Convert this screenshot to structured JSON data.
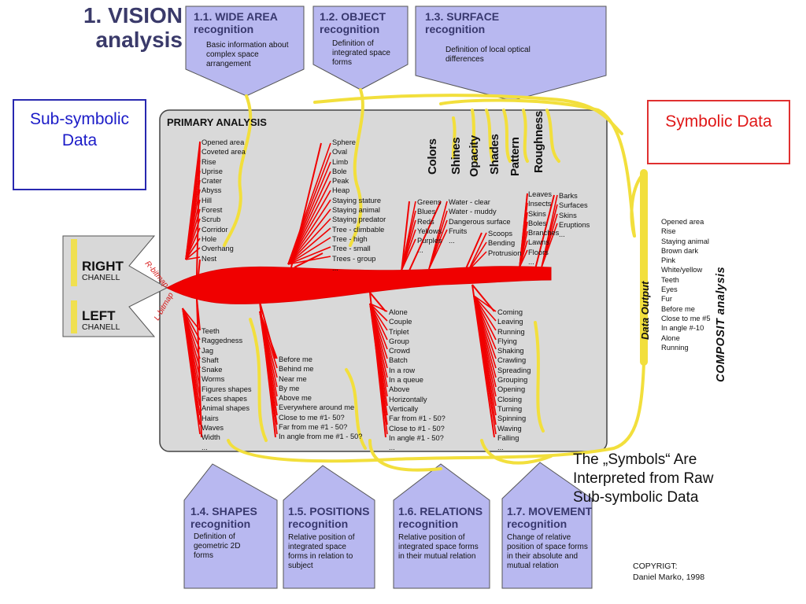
{
  "title": {
    "line1": "1. VISION",
    "line2": "analysis"
  },
  "top_boxes": [
    {
      "title": "1.1. WIDE AREA recognition",
      "desc": "Basic information about complex space arrangement"
    },
    {
      "title": "1.2. OBJECT recognition",
      "desc": "Definition of integrated space forms"
    },
    {
      "title": "1.3. SURFACE recognition",
      "desc": "Definition of local optical differences"
    }
  ],
  "bottom_boxes": [
    {
      "title": "1.4. SHAPES recognition",
      "desc": "Definition of geometric 2D forms"
    },
    {
      "title": "1.5. POSITIONS recognition",
      "desc": "Relative position of integrated space forms in relation to subject"
    },
    {
      "title": "1.6. RELATIONS recognition",
      "desc": "Relative position of integrated space forms in their mutual relation"
    },
    {
      "title": "1.7. MOVEMENT recognition",
      "desc": "Change of relative position of space forms in their absolute and mutual relation"
    }
  ],
  "sub_symbolic": "Sub-symbolic Data",
  "symbolic": "Symbolic Data",
  "primary_label": "PRIMARY ANALYSIS",
  "channels": {
    "right_big": "RIGHT",
    "right_small": "CHANELL",
    "left_big": "LEFT",
    "left_small": "CHANELL",
    "r_bitmap": "R-bitmap",
    "l_bitmap": "L-bitmap"
  },
  "surface_columns": [
    "Colors",
    "Shines",
    "Opacity",
    "Shades",
    "Pattern",
    "Roughness"
  ],
  "lists": {
    "wide_area": [
      "Opened area",
      "Coveted area",
      "Rise",
      "Uprise",
      "Crater",
      "Abyss",
      "Hill",
      "Forest",
      "Scrub",
      "Corridor",
      "Hole",
      "Overhang",
      "Nest"
    ],
    "objects": [
      "Sphere",
      "Oval",
      "Limb",
      "Bole",
      "Peak",
      "Heap",
      "Staying stature",
      "Staying animal",
      "Staying predator",
      "Tree - climbable",
      "Tree - high",
      "Tree - small",
      "Trees - group",
      "..."
    ],
    "colors": [
      "Greens",
      "Blues",
      "Reds",
      "Yellows",
      "Purples",
      "..."
    ],
    "shines": [
      "Water - clear",
      "Water - muddy",
      "Dangerous surface",
      "Fruits",
      "..."
    ],
    "shades": [
      "Scoops",
      "Bending",
      "Protrusion"
    ],
    "pattern": [
      "Leaves",
      "Insects",
      "Skins",
      "Boles",
      "Branches",
      "Lawns",
      "Floors",
      "..."
    ],
    "roughness": [
      "Barks",
      "Surfaces",
      "Skins",
      "Eruptions",
      "..."
    ],
    "shapes": [
      "Teeth",
      "Raggedness",
      "Jag",
      "Shaft",
      "Snake",
      "Worms",
      "Figures shapes",
      "Faces shapes",
      "Animal shapes",
      "Hairs",
      "Waves",
      "Width",
      "..."
    ],
    "positions": [
      "Before me",
      "Behind me",
      "Near me",
      "By me",
      "Above me",
      "Everywhere around me",
      "Close to me #1- 50?",
      "Far from me #1 - 50?",
      "In angle from me #1 - 50?"
    ],
    "relations": [
      "Alone",
      "Couple",
      "Triplet",
      "Group",
      "Crowd",
      "Batch",
      "In a row",
      "In a queue",
      "Above",
      "Horizontally",
      "Vertically",
      "Far from #1 - 50?",
      "Close to #1 - 50?",
      "In angle #1 - 50?",
      "..."
    ],
    "movement": [
      "Coming",
      "Leaving",
      "Running",
      "Flying",
      "Shaking",
      "Crawling",
      "Spreading",
      "Grouping",
      "Opening",
      "Closing",
      "Turning",
      "Spinning",
      "Waving",
      "Falling",
      "..."
    ],
    "composit": [
      "Opened area",
      "Rise",
      "Staying animal",
      "Brown dark",
      "Pink",
      "White/yellow",
      "Teeth",
      "Eyes",
      "Fur",
      "Before me",
      "Close to me #5",
      "In angle #-10",
      "Alone",
      "Running"
    ]
  },
  "data_output": "Data Output",
  "composit_label": "COMPOSIT analysis",
  "caption": "The „Symbols“ Are Interpreted from Raw Sub-symbolic Data",
  "copyright": {
    "line1": "COPYRIGT:",
    "line2": "Daniel Marko, 1998"
  },
  "colors": {
    "box_fill": "#b8b8f0",
    "tree": "#f00000",
    "yellow_lines": "#f4e040",
    "panel": "#d9d9d9"
  }
}
